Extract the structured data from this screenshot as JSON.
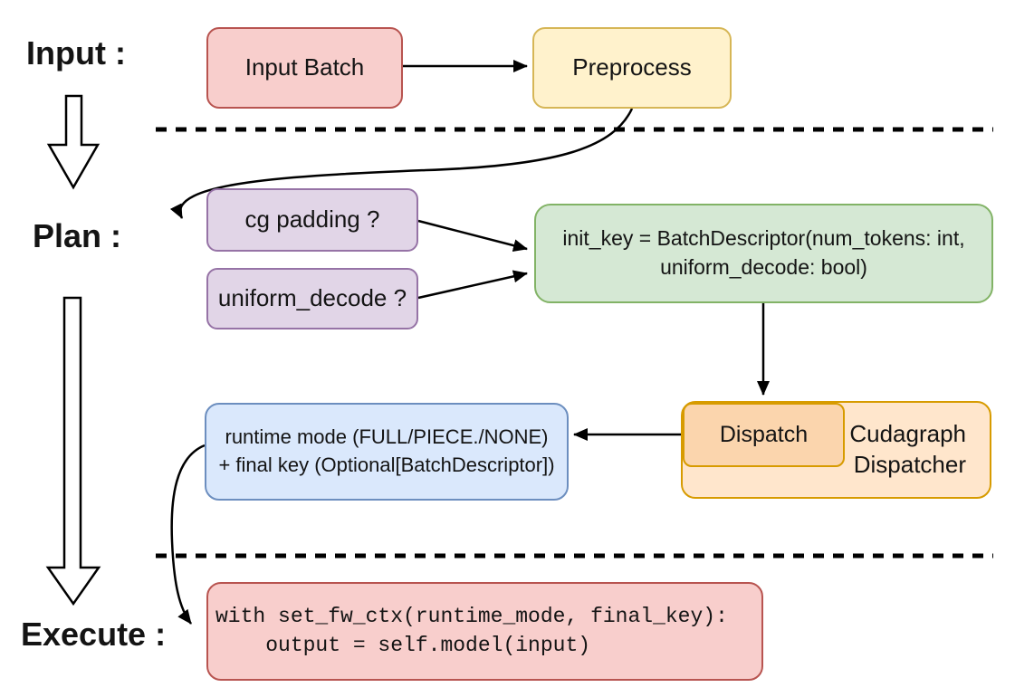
{
  "title": "Cudagraph dispatch flow diagram",
  "phases": {
    "input": "Input :",
    "plan": "Plan :",
    "execute": "Execute :"
  },
  "nodes": {
    "input_batch": {
      "label": "Input Batch",
      "fill": "#f8cecc",
      "border": "#b85450"
    },
    "preprocess": {
      "label": "Preprocess",
      "fill": "#fff2cc",
      "border": "#d6b656"
    },
    "cg_padding": {
      "label": "cg padding ?",
      "fill": "#e1d5e7",
      "border": "#9673a6"
    },
    "uniform_decode": {
      "label": "uniform_decode ?",
      "fill": "#e1d5e7",
      "border": "#9673a6"
    },
    "init_key": {
      "line1": "init_key = BatchDescriptor(num_tokens: int,",
      "line2": "uniform_decode: bool)",
      "fill": "#d5e8d4",
      "border": "#82b366"
    },
    "runtime_mode": {
      "line1": "runtime mode (FULL/PIECE./NONE)",
      "line2": "+ final key (Optional[BatchDescriptor])",
      "fill": "#dae8fc",
      "border": "#6c8ebf"
    },
    "dispatch": {
      "label": "Dispatch",
      "fill": "#fbd5ad",
      "border": "#d79b00"
    },
    "cudagraph_dispatcher": {
      "line1": "Cudagraph",
      "line2": "Dispatcher",
      "fill": "#ffe6cc",
      "border": "#d79b00"
    },
    "execute_code": {
      "line1": "with set_fw_ctx(runtime_mode, final_key):",
      "line2": "    output = self.model(input)",
      "fill": "#f8cecc",
      "border": "#b85450"
    }
  },
  "connector_color": "#000000",
  "divider_color": "#000000"
}
